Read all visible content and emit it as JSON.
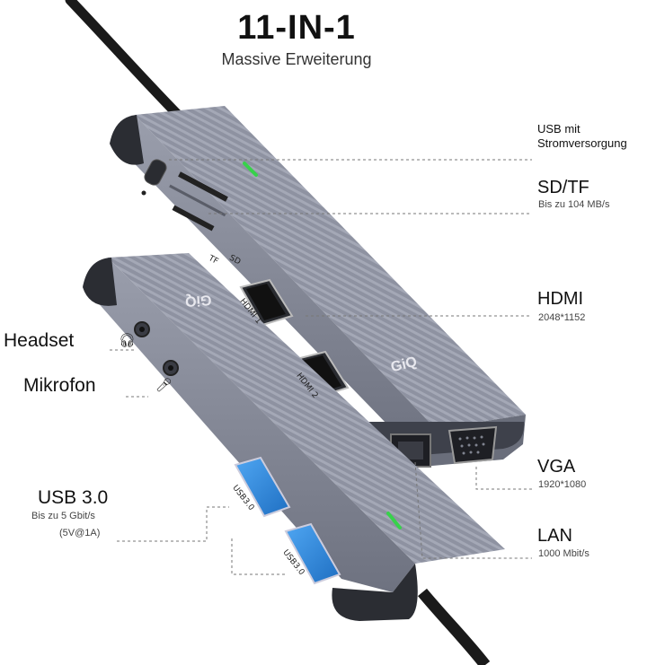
{
  "header": {
    "title": "11-IN-1",
    "subtitle": "Massive Erweiterung"
  },
  "labels_right": {
    "usb_power": {
      "line1": "USB mit",
      "line2": "Stromversorgung"
    },
    "sdtf": {
      "title": "SD/TF",
      "detail": "Bis zu 104 MB/s"
    },
    "hdmi": {
      "title": "HDMI",
      "detail": "2048*1152"
    },
    "vga": {
      "title": "VGA",
      "detail": "1920*1080"
    },
    "lan": {
      "title": "LAN",
      "detail": "1000 Mbit/s"
    }
  },
  "labels_left": {
    "headset": "Headset",
    "mikrofon": "Mikrofon",
    "usb30": {
      "title": "USB 3.0",
      "detail": "Bis zu 5 Gbit/s",
      "power": "(5V@1A)"
    }
  },
  "device_print": {
    "brand": "GiQ",
    "sd": "SD",
    "tf": "TF",
    "hdmi1": "HDMI 1",
    "hdmi2": "HDMI 2",
    "usb_a": "USB3.0",
    "usb_b": "USB3.0"
  },
  "colors": {
    "body": "#8f93a2",
    "body_dark": "#5f6371",
    "usb_blue": "#2d86d9",
    "led_green": "#37d24a",
    "cable": "#1a1a1a"
  },
  "icons": [
    "headset-icon",
    "microphone-icon"
  ]
}
